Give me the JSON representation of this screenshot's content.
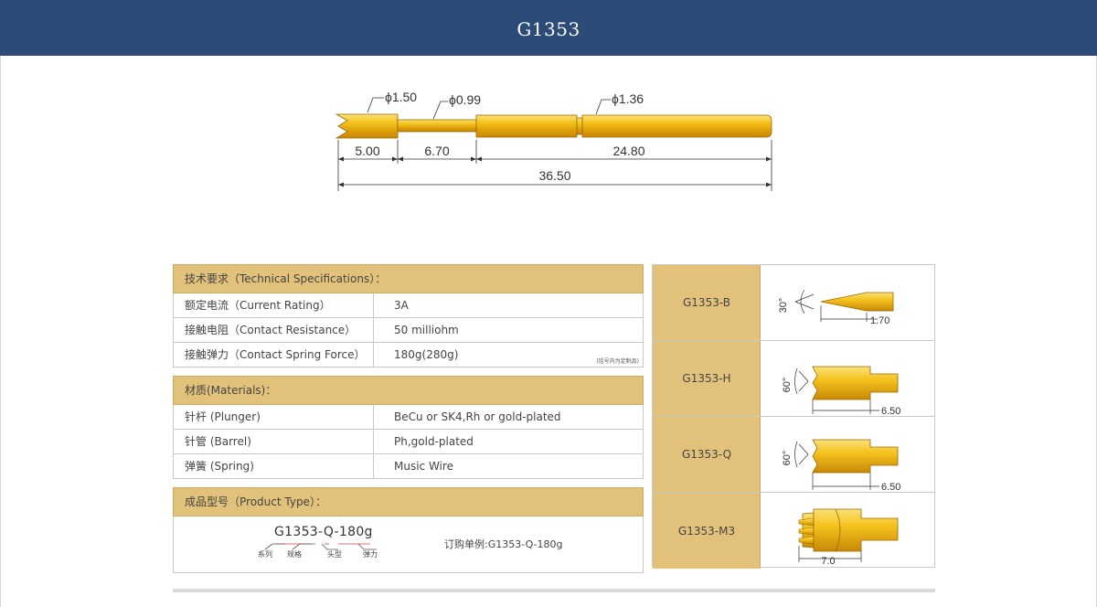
{
  "header": {
    "title": "G1353"
  },
  "pin": {
    "diameters": [
      "ϕ1.50",
      "ϕ0.99",
      "ϕ1.36"
    ],
    "segments": [
      "5.00",
      "6.70",
      "24.80"
    ],
    "total": "36.50"
  },
  "specs": {
    "title": "技术要求（Technical Specifications）：",
    "rows": [
      {
        "label": "额定电流（Current Rating）",
        "value": "3A"
      },
      {
        "label": "接触电阻（Contact Resistance）",
        "value": "50 milliohm"
      },
      {
        "label": "接触弹力（Contact Spring Force）",
        "value": "180g(280g)"
      }
    ],
    "note": "(括号内为定制品)"
  },
  "materials": {
    "title": "材质(Materials)：",
    "rows": [
      {
        "label": "针杆 (Plunger)",
        "value": "BeCu or SK4,Rh or gold-plated"
      },
      {
        "label": "针管 (Barrel)",
        "value": "Ph,gold-plated"
      },
      {
        "label": "弹簧 (Spring)",
        "value": "Music Wire"
      }
    ]
  },
  "product_type": {
    "title": "成品型号（Product Type）：",
    "code": "G1353-Q-180g",
    "labels": [
      "系列",
      "规格",
      "头型",
      "弹力"
    ],
    "order_example": "订购单例:G1353-Q-180g"
  },
  "tips": [
    {
      "name": "G1353-B",
      "angle": "30°",
      "dim": "1.70"
    },
    {
      "name": "G1353-H",
      "angle": "60°",
      "dim": "6.50"
    },
    {
      "name": "G1353-Q",
      "angle": "60°",
      "dim": "6.50"
    },
    {
      "name": "G1353-M3",
      "angle": "",
      "dim": "7.0"
    }
  ],
  "colors": {
    "header": "#2c4b76",
    "gold": "#e2c17b",
    "pin": "#e8b316"
  }
}
